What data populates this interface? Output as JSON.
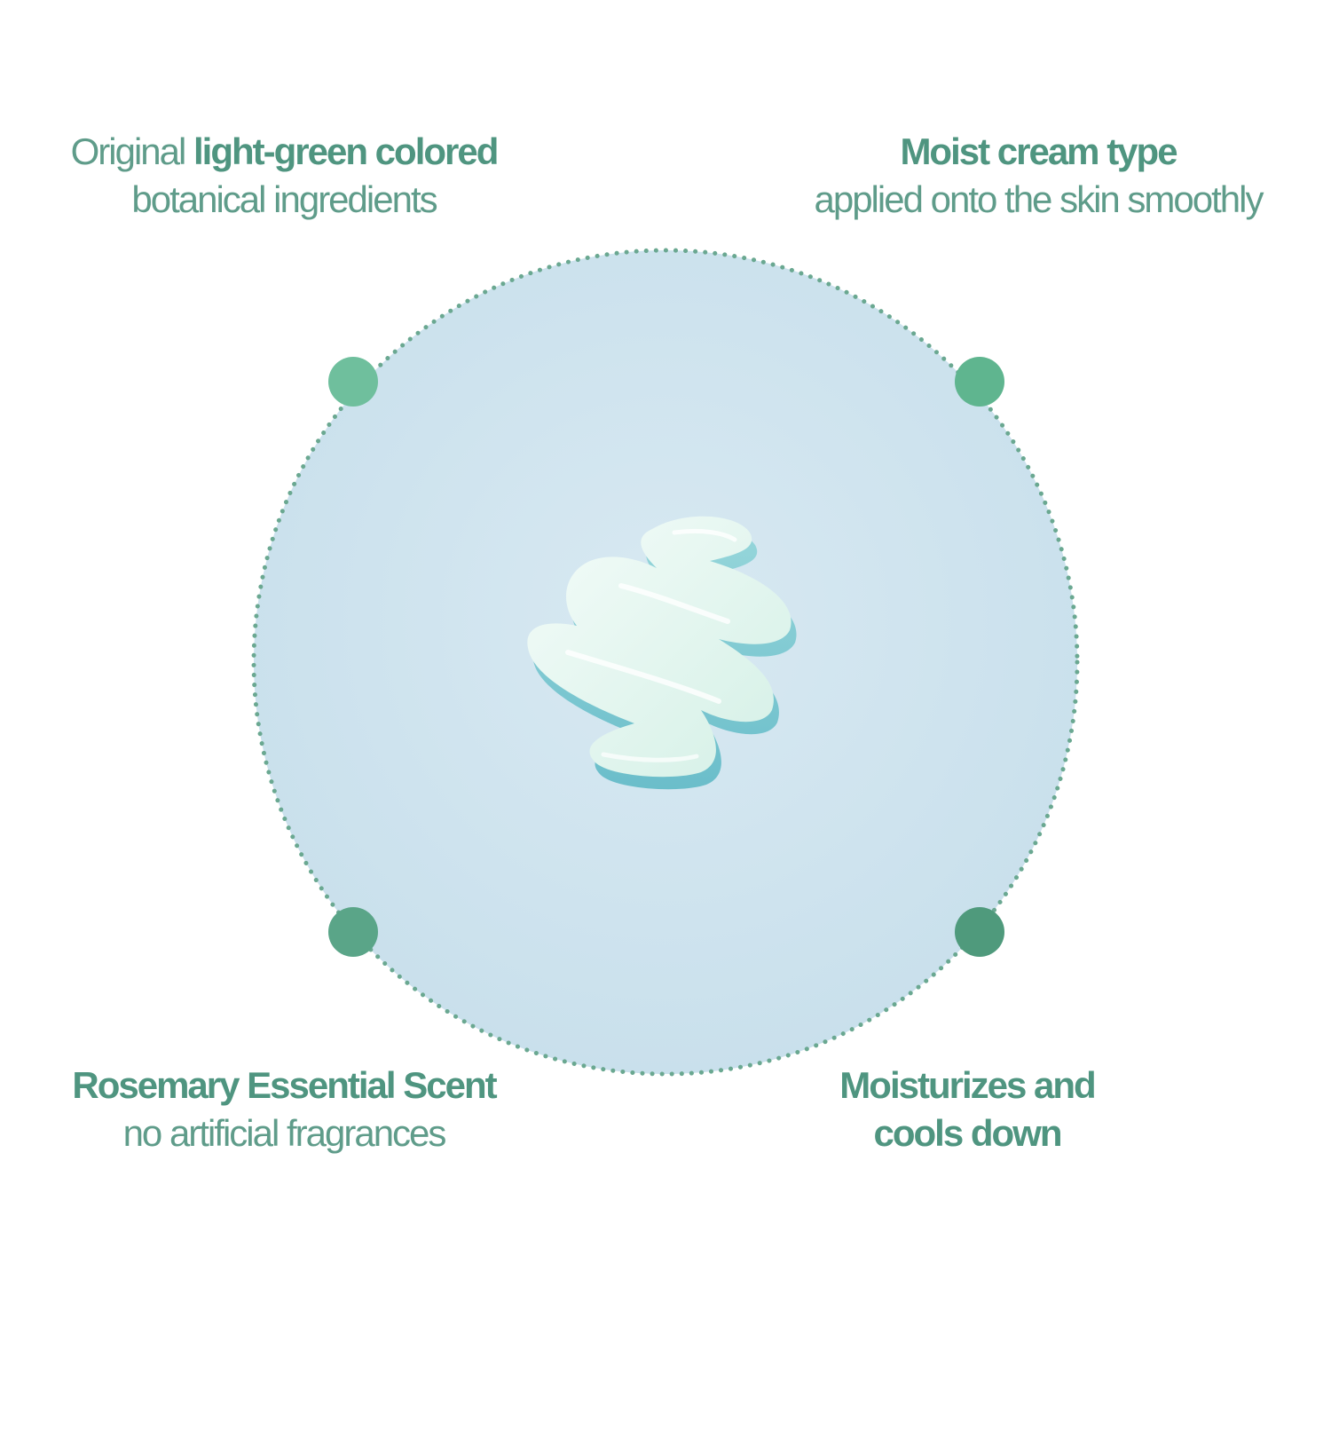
{
  "features": {
    "top_left": {
      "prefix": "Original",
      "highlight": "light-green colored",
      "line2": "botanical ingredients"
    },
    "top_right": {
      "title": "Moist cream type",
      "line2": "applied onto the skin smoothly"
    },
    "bottom_left": {
      "title": "Rosemary Essential Scent",
      "line2": "no artificial fragrances"
    },
    "bottom_right": {
      "title_line1": "Moisturizes and",
      "title_line2": "cools down"
    }
  },
  "colors": {
    "text_green": "#5f9c8a",
    "dot_light": "#6fbf9d",
    "dot_dark": "#4f9a7c",
    "circle_fill": "#cfe4ee",
    "cream": "#e4f6f0"
  }
}
